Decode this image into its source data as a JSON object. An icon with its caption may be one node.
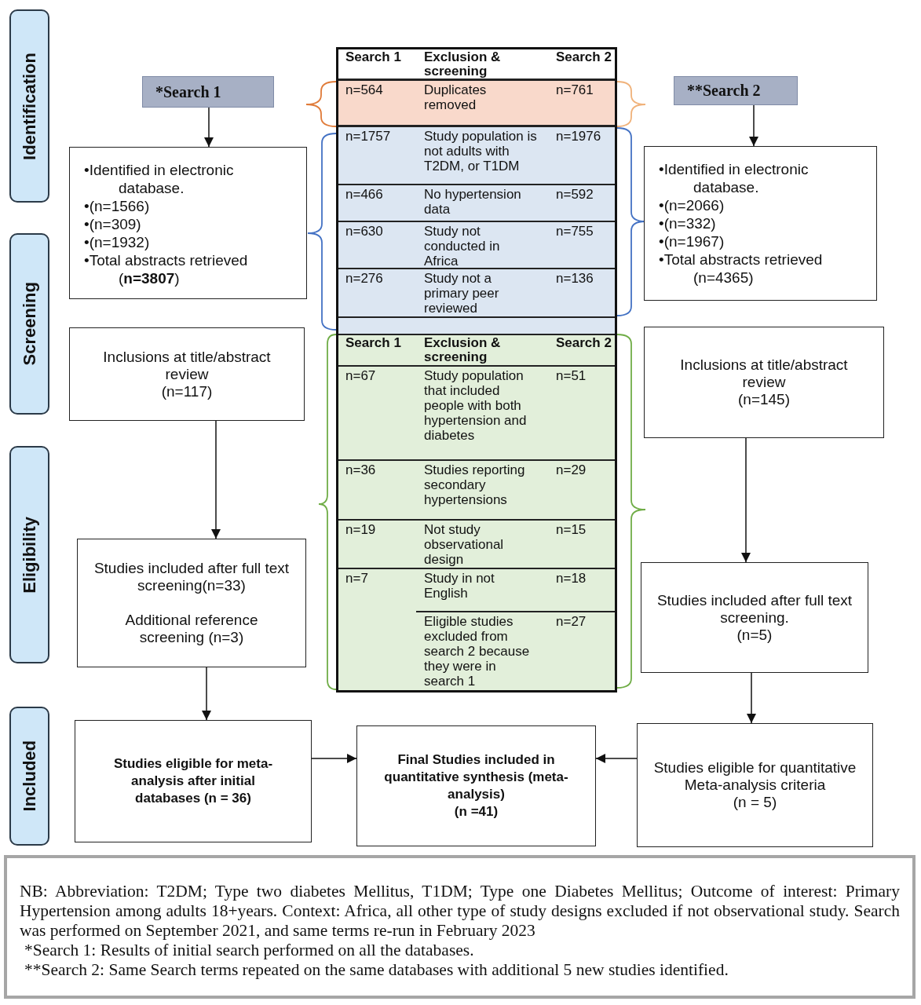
{
  "diagram": {
    "nodes": [
      {
        "text": [
          "Identification"
        ]
      },
      {
        "text": [
          "Screening"
        ]
      },
      {
        "text": [
          "Eligibility"
        ]
      },
      {
        "text": [
          "Included"
        ]
      },
      {
        "text": [
          "*Search 1"
        ]
      },
      {
        "text": [],
        "shape": "box"
      },
      {
        "text": [
          "Search 1",
          "Exclusion & screening",
          "Search 2"
        ],
        "in": 5
      },
      {
        "text": [
          "n=564",
          "Duplicates removed",
          "n=761"
        ],
        "in": 5
      },
      {
        "text": [
          "n=1757",
          "Study population is not adults with T2DM, or T1DM",
          "n=1976"
        ],
        "in": 5
      },
      {
        "text": [
          "n=466",
          "No hypertension data",
          "n=592"
        ],
        "in": 5
      },
      {
        "text": [
          "n=630",
          "Study not conducted in Africa",
          "n=755"
        ],
        "in": 5
      },
      {
        "text": [
          "n=276",
          "Study not a primary peer reviewed",
          "n=136"
        ],
        "in": 5
      },
      {
        "text": [
          "Search 1",
          "Exclusion & screening",
          "Search 2"
        ],
        "in": 5
      },
      {
        "text": [
          "n=67",
          "Study population that included people with both hypertension and diabetes",
          "n=51"
        ],
        "in": 5
      },
      {
        "text": [
          "n=36",
          "Studies reporting secondary hypertensions",
          "n=29"
        ],
        "in": 5
      },
      {
        "text": [
          "n=19",
          "Not study observational design",
          "n=15"
        ],
        "in": 5
      },
      {
        "text": [
          "n=7",
          "Study in not English",
          "n=18"
        ],
        "in": 5
      },
      {
        "text": [
          "Eligible studies excluded from search 2 because they were in search 1",
          "n=27"
        ],
        "in": 5
      },
      {
        "text": [
          "**Search 2"
        ]
      },
      {
        "text": [
          "•Identified in electronic database.",
          "•(n=1566)",
          "•(n=309)",
          "•(n=1932)",
          "•Total abstracts retrieved (**n=3807**)"
        ]
      },
      {
        "text": [
          "•Identified in electronic database.",
          "•(n=2066)",
          "•(n=332)",
          "•(n=1967)",
          "•Total abstracts retrieved (n=4365)"
        ]
      },
      {
        "text": [
          "Inclusions at title/abstract review",
          "(n=117)"
        ]
      },
      {
        "text": [
          "Inclusions at title/abstract review",
          "(n=145)"
        ]
      },
      {
        "text": [
          "Studies included after full text screening(n=33)",
          "Additional reference screening (n=3)"
        ]
      },
      {
        "text": [
          "Studies included after full text screening.",
          "(n=5)"
        ]
      },
      {
        "text": [
          "Studies eligible for meta-analysis after initial databases (n = 36)"
        ]
      },
      {
        "text": [
          "Final Studies included in quantitative synthesis (meta-analysis)",
          "(n =41)"
        ]
      },
      {
        "text": [
          "Studies eligible for quantitative Meta-analysis criteria",
          "(n = 5)"
        ]
      },
      {
        "text": [
          "NB: Abbreviation: T2DM; Type two diabetes Mellitus, T1DM; Type one Diabetes Mellitus; Outcome of interest: Primary Hypertension among adults 18+years. Context: Africa, all other type of study designs excluded if not observational study. Search was performed on September 2021, and same terms re-run in February 2023",
          "*Search 1: Results of initial search performed on all the databases.",
          "**Search 2: Same Search terms repeated on the same databases with additional 5 new studies identified."
        ]
      }
    ],
    "edges": [
      {
        "from": 4,
        "to": 19,
        "arrow": "to"
      },
      {
        "from": 18,
        "to": 20,
        "arrow": "to"
      },
      {
        "from": 21,
        "to": 23,
        "arrow": "to"
      },
      {
        "from": 22,
        "to": 24,
        "arrow": "to"
      },
      {
        "from": 23,
        "to": 25,
        "arrow": "to"
      },
      {
        "from": 24,
        "to": 27,
        "arrow": "to"
      },
      {
        "from": 25,
        "to": 26,
        "arrow": "to"
      },
      {
        "from": 27,
        "to": 26,
        "arrow": "to"
      }
    ]
  }
}
